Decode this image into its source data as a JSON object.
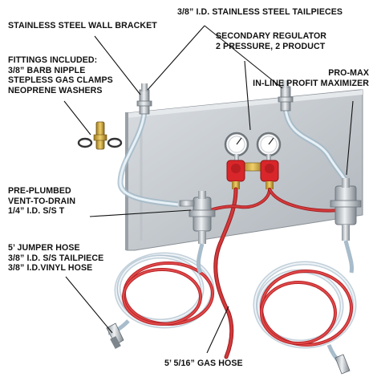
{
  "labels": {
    "wall_bracket": [
      "STAINLESS STEEL WALL BRACKET"
    ],
    "tailpieces": [
      "3/8” I.D. STAINLESS STEEL TAILPIECES"
    ],
    "regulator": [
      "SECONDARY REGULATOR",
      "2 PRESSURE, 2 PRODUCT"
    ],
    "fittings": [
      "FITTINGS INCLUDED:",
      "3/8” BARB NIPPLE",
      "STEPLESS GAS CLAMPS",
      "NEOPRENE WASHERS"
    ],
    "promax": [
      "PRO-MAX",
      "IN-LINE PROFIT MAXIMIZER"
    ],
    "vent": [
      "PRE-PLUMBED",
      "VENT-TO-DRAIN",
      "1/4” I.D. S/S T"
    ],
    "jumper": [
      "5’ JUMPER HOSE",
      "3/8” I.D. S/S TAILPIECE",
      "3/8” I.D.VINYL HOSE"
    ],
    "gas_hose": [
      "5’ 5/16” GAS HOSE"
    ]
  },
  "colors": {
    "panel": "#c9ced3",
    "steel": "#b8bec4",
    "regulator_red": "#d9262a",
    "gas_hose_red": "#cc2a2a",
    "brass": "#c9a13b",
    "label_text": "#111111"
  }
}
